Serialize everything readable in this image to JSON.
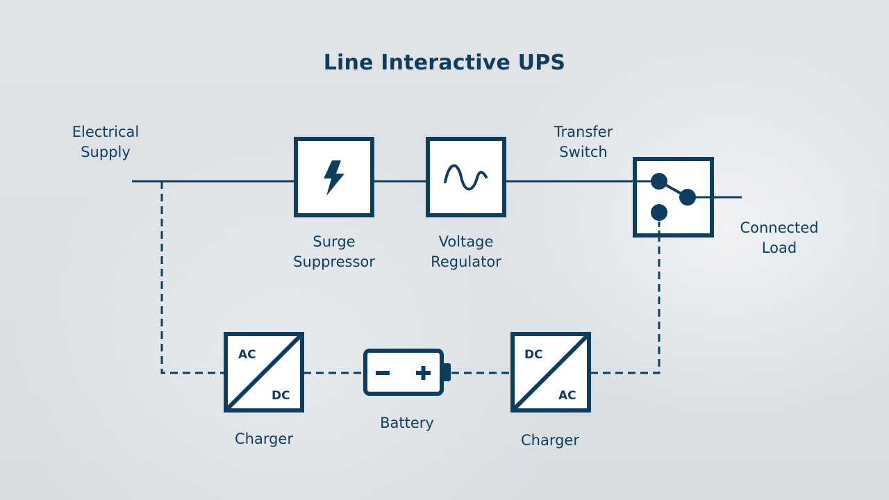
{
  "title": "Line Interactive UPS",
  "colors": {
    "primary": "#0f3d5e",
    "box_fill": "#ffffff",
    "background": "#dde1e6"
  },
  "labels": {
    "electrical_supply": [
      "Electrical",
      "Supply"
    ],
    "surge_suppressor": [
      "Surge",
      "Suppressor"
    ],
    "voltage_regulator": [
      "Voltage",
      "Regulator"
    ],
    "transfer_switch": [
      "Transfer",
      "Switch"
    ],
    "connected_load": [
      "Connected",
      "Load"
    ],
    "charger_left": "Charger",
    "battery": "Battery",
    "charger_right": "Charger"
  },
  "converters": {
    "left": {
      "top": "AC",
      "bottom": "DC"
    },
    "right": {
      "top": "DC",
      "bottom": "AC"
    }
  },
  "icons": {
    "surge": "lightning-bolt-icon",
    "regulator": "sine-wave-icon",
    "switch": "transfer-switch-icon",
    "battery": "battery-icon"
  }
}
